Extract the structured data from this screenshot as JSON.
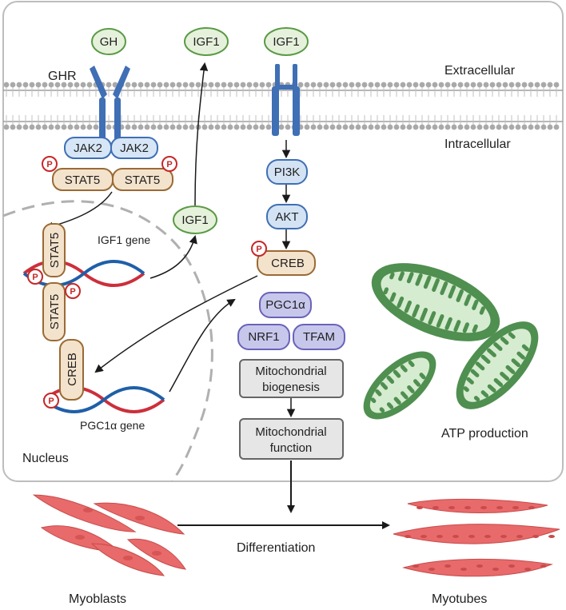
{
  "labels": {
    "extracellular": "Extracellular",
    "intracellular": "Intracellular",
    "ghr": "GHR",
    "igf1_gene": "IGF1 gene",
    "pgc1a_gene": "PGC1α gene",
    "nucleus": "Nucleus",
    "atp_production": "ATP production",
    "differentiation": "Differentiation",
    "myoblasts": "Myoblasts",
    "myotubes": "Myotubes"
  },
  "ligands": {
    "gh": "GH",
    "igf1_top": "IGF1",
    "igf1_receptor": "IGF1",
    "igf1_mid": "IGF1"
  },
  "proteins": {
    "jak2_left": "JAK2",
    "jak2_right": "JAK2",
    "stat5_left": "STAT5",
    "stat5_right": "STAT5",
    "stat5_gene_top": "STAT5",
    "stat5_gene_bottom": "STAT5",
    "pi3k": "PI3K",
    "akt": "AKT",
    "creb": "CREB",
    "creb_gene": "CREB",
    "pgc1a": "PGC1α",
    "nrf1": "NRF1",
    "tfam": "TFAM"
  },
  "processes": {
    "biogenesis_line1": "Mitochondrial",
    "biogenesis_line2": "biogenesis",
    "function_line1": "Mitochondrial",
    "function_line2": "function"
  },
  "phospho": "P",
  "colors": {
    "cell_border": "#bdbdbd",
    "receptor_blue": "#3f6fb5",
    "ligand_fill": "#e6f1dc",
    "ligand_stroke": "#5a9a45",
    "jak_fill": "#d7e6f6",
    "stat_fill": "#f4e3cc",
    "stat_stroke": "#9a6a35",
    "pathway_fill": "#d3e3f4",
    "pathway_stroke": "#3f6fb5",
    "pgc_fill": "#c7c7ec",
    "pgc_stroke": "#6a63b8",
    "process_fill": "#e6e6e6",
    "process_stroke": "#666666",
    "phospho_stroke": "#c62828",
    "dna_red": "#cc2f3b",
    "dna_blue": "#1f5fa8",
    "mito_outer": "#4f8f50",
    "mito_inner": "#d6ecd0",
    "muscle_cell": "#e86a6a"
  }
}
